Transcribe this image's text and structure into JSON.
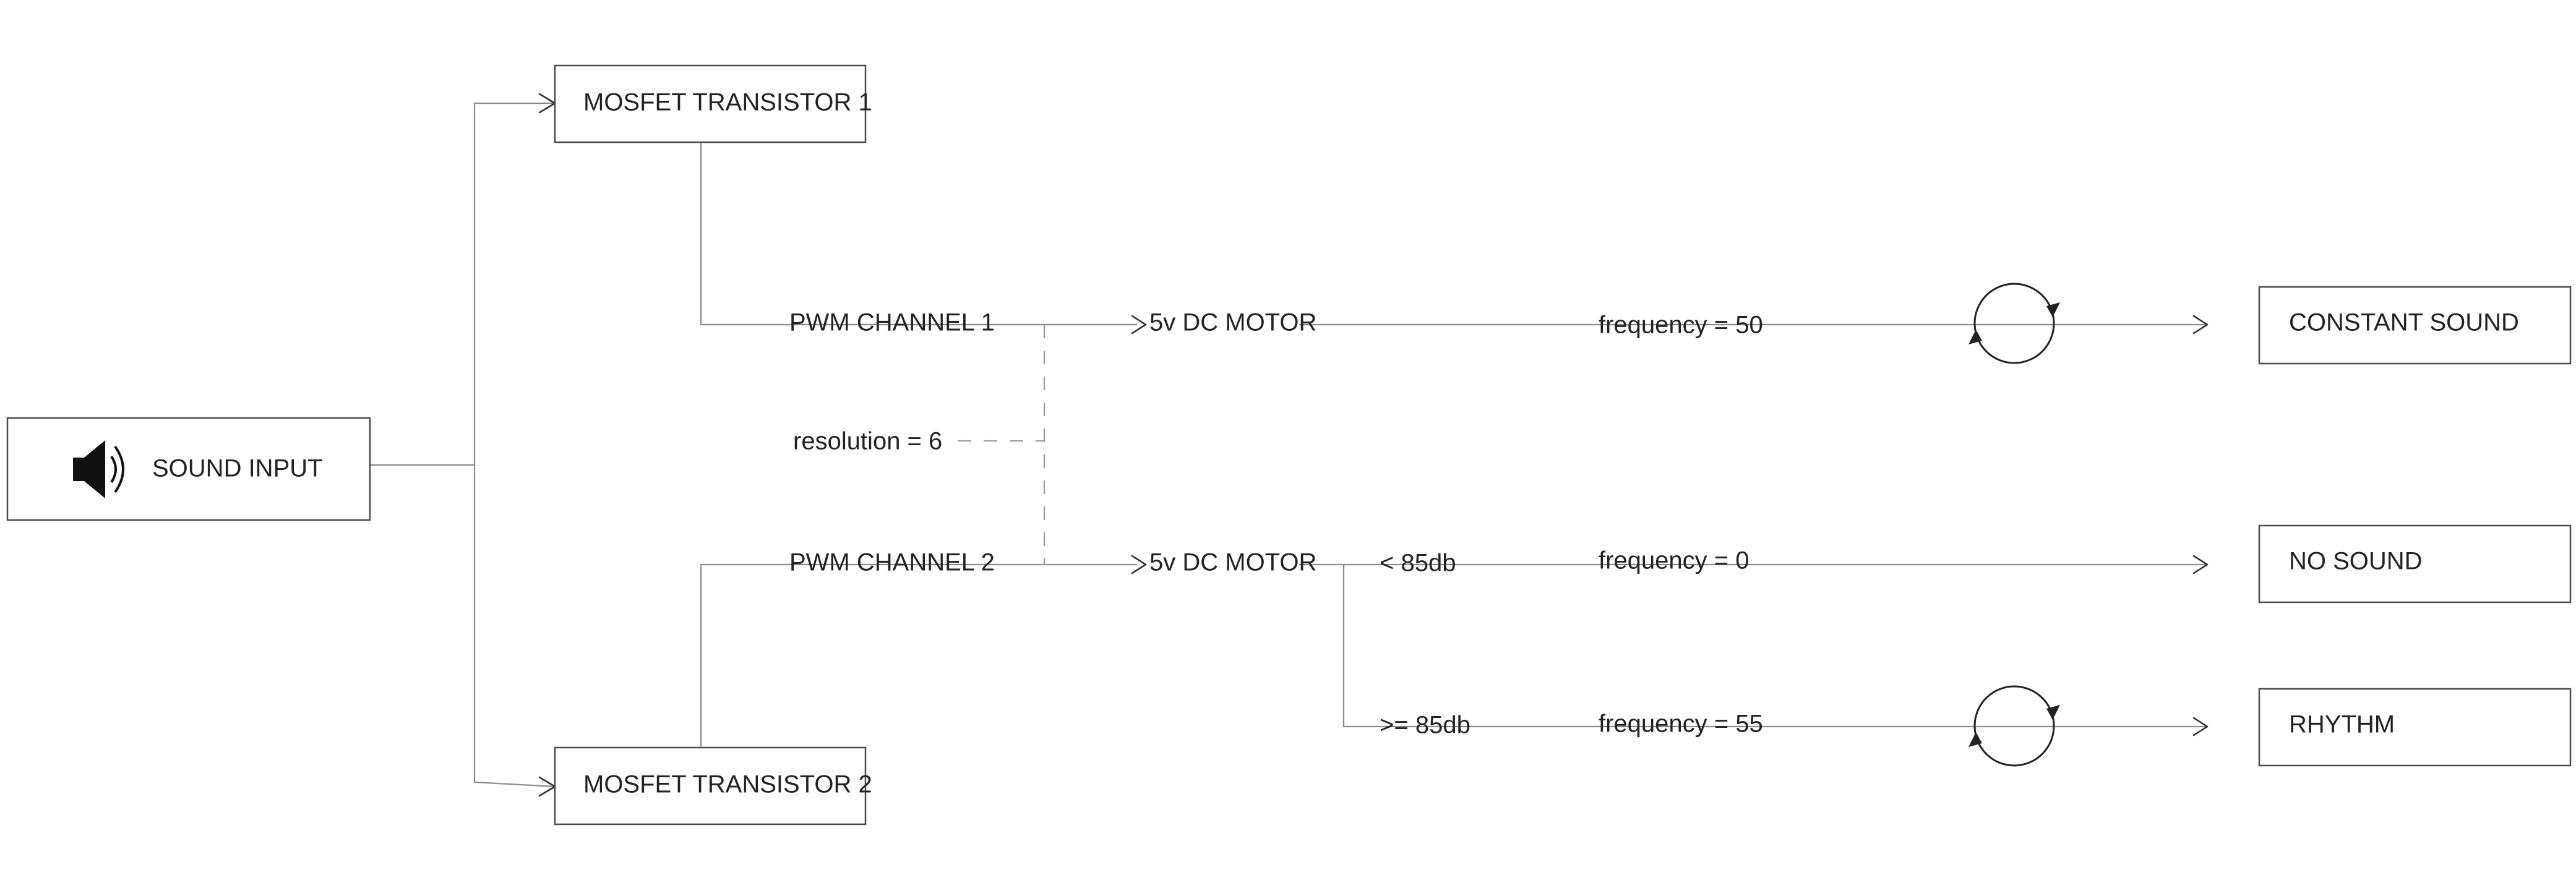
{
  "nodes": {
    "sound_input": "SOUND INPUT",
    "mosfet_1": "MOSFET TRANSISTOR 1",
    "mosfet_2": "MOSFET TRANSISTOR 2",
    "pwm_channel_1": "PWM CHANNEL 1",
    "pwm_channel_2": "PWM CHANNEL 2",
    "motor_1": "5v DC MOTOR",
    "motor_2": "5v DC MOTOR",
    "out_constant": "CONSTANT SOUND",
    "out_none": "NO SOUND",
    "out_rhythm": "RHYTHM"
  },
  "labels": {
    "resolution": "resolution = 6",
    "freq_50": "frequency = 50",
    "freq_0": "frequency = 0",
    "freq_55": "frequency = 55",
    "below_threshold": "< 85db",
    "at_or_above_threshold": ">= 85db"
  },
  "icons": {
    "input_icon": "speaker-icon",
    "cycle_icon": "cycle-icon"
  },
  "colors": {
    "box_stroke": "#4a4a4a",
    "wire": "#8a8a8a",
    "dashed_wire": "#9a9a9a",
    "text": "#222222"
  }
}
